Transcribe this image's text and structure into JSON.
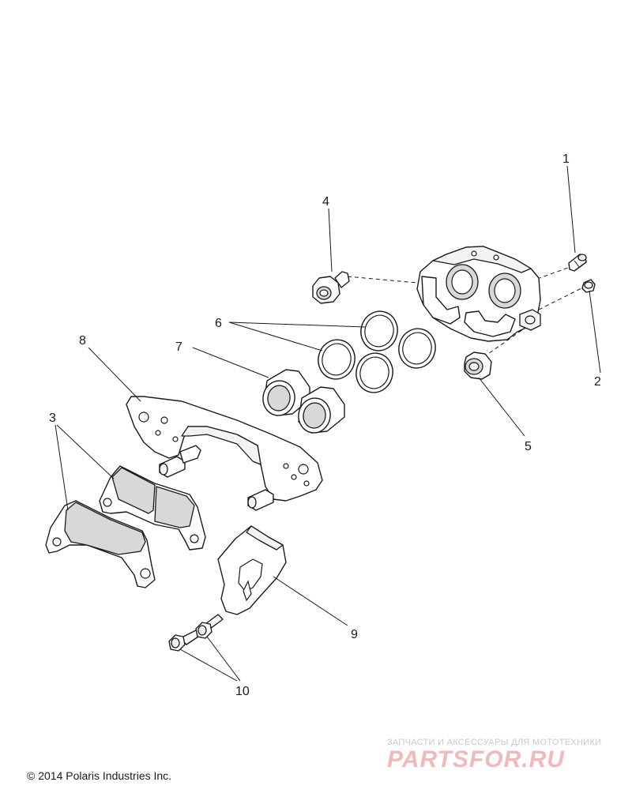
{
  "callouts": {
    "c1": "1",
    "c2": "2",
    "c3": "3",
    "c4": "4",
    "c5": "5",
    "c6": "6",
    "c7": "7",
    "c8": "8",
    "c9": "9",
    "c10": "10"
  },
  "copyright": "© 2014 Polaris Industries Inc.",
  "watermark": {
    "tagline": "ЗАПЧАСТИ И АКСЕССУАРЫ ДЛЯ МОТОТЕХНИКИ",
    "logo": "PARTSFOR.RU"
  },
  "colors": {
    "line": "#1a1a1a",
    "watermark_logo": "#f1b9b9",
    "watermark_text": "#c9c9c9"
  }
}
